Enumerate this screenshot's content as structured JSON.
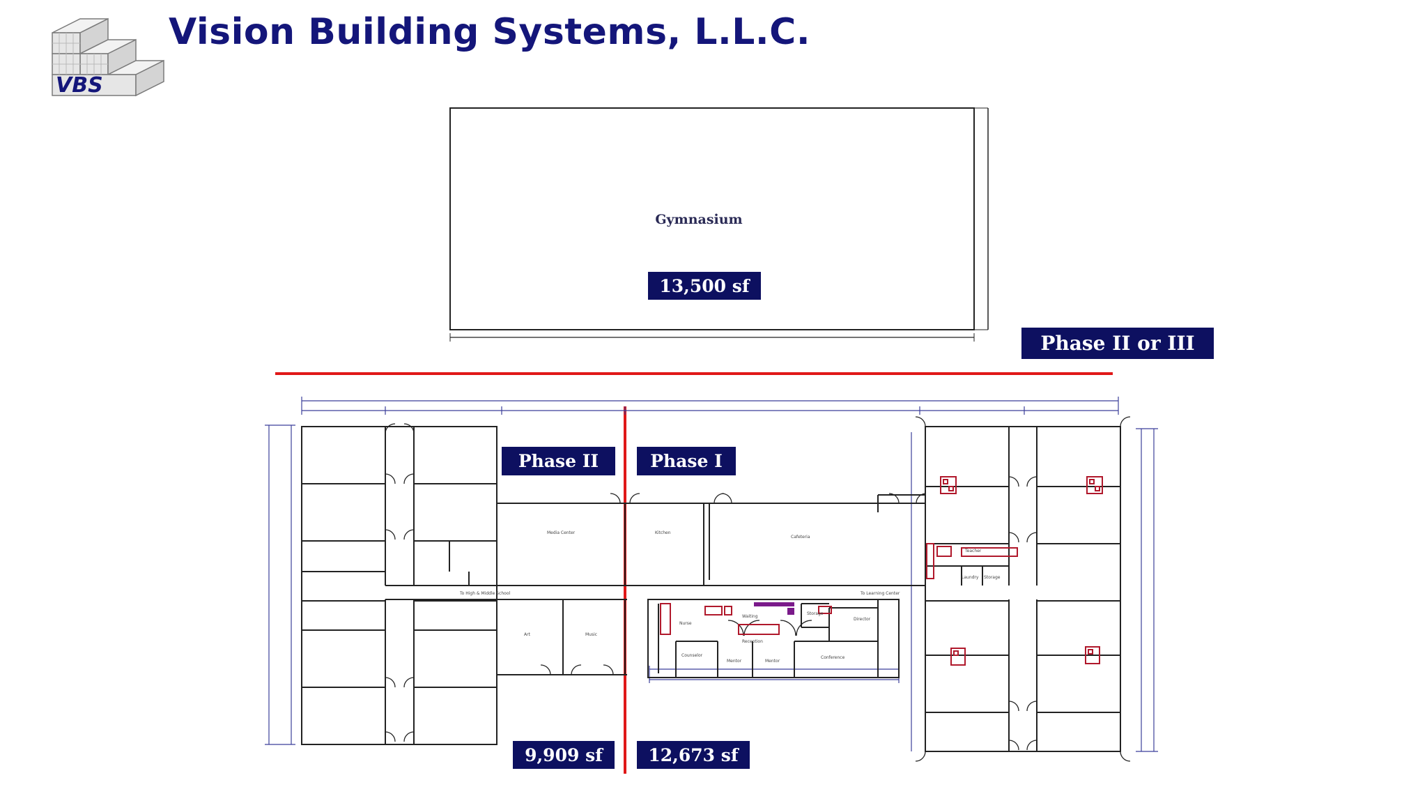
{
  "header": {
    "company_name": "Vision Building Systems, L.L.C.",
    "logo_text": "VBS"
  },
  "gymnasium": {
    "label": "Gymnasium",
    "area": "13,500 sf",
    "phase": "Phase II or III"
  },
  "main_building": {
    "phase2_label": "Phase II",
    "phase1_label": "Phase I",
    "phase2_area": "9,909 sf",
    "phase1_area": "12,673 sf"
  },
  "colors": {
    "title_navy": "#14167a",
    "box_navy": "#0d1060",
    "divider_red": "#e01818",
    "plan_line": "#222222",
    "dim_line": "#3b3f9a",
    "fixture_red": "#b0182b",
    "fixture_purple": "#7a1a8a"
  }
}
